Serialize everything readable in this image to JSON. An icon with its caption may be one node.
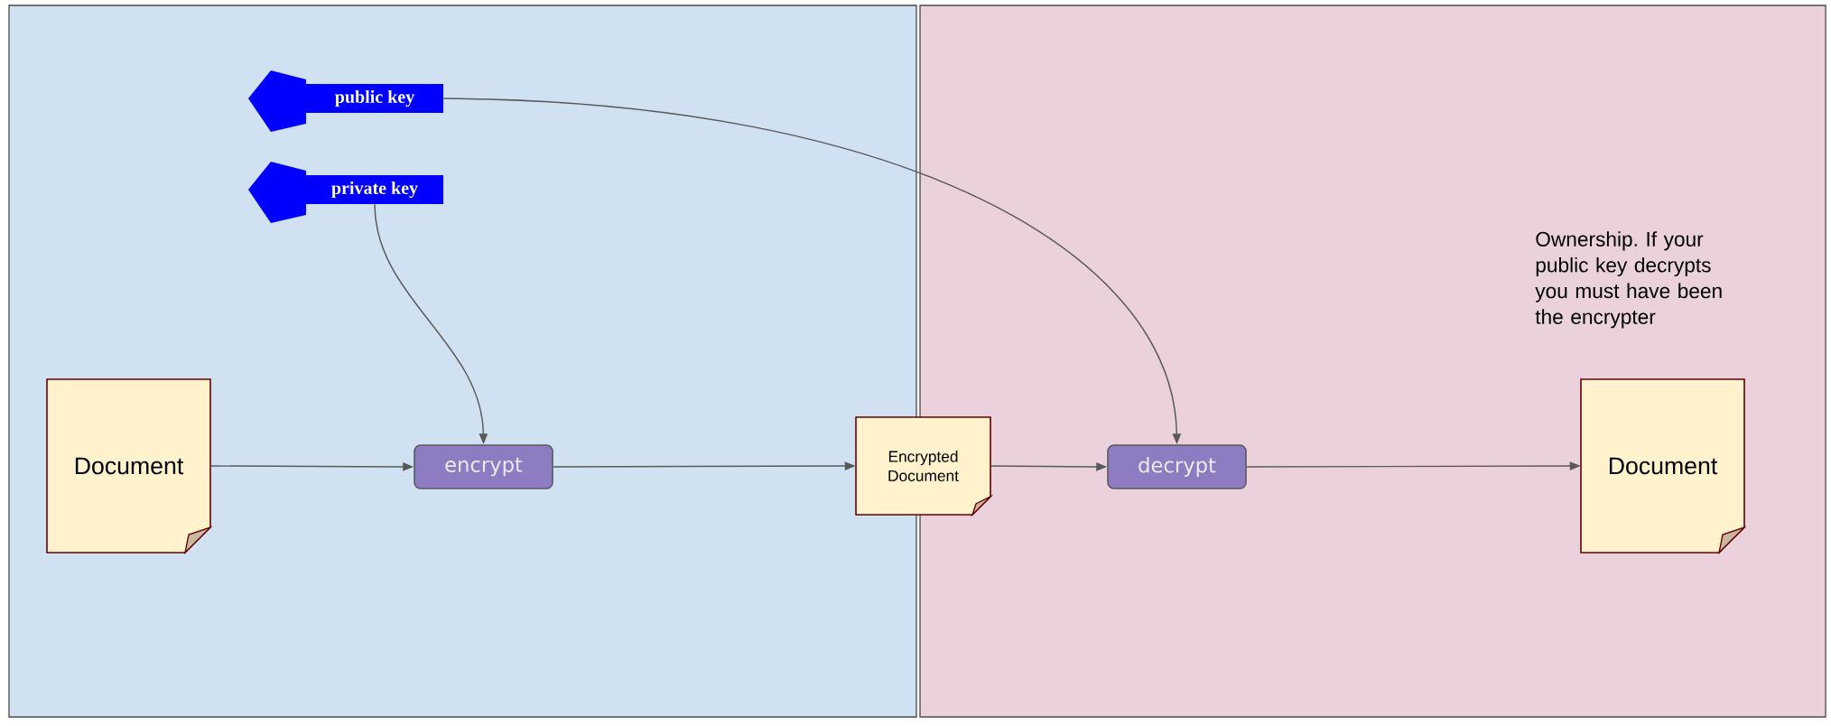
{
  "diagram": {
    "nodes": [
      {
        "text": [],
        "shape": "box"
      },
      {
        "text": [],
        "shape": "box"
      },
      {
        "text": [
          "public key"
        ],
        "in": 0
      },
      {
        "text": [
          "private key"
        ],
        "in": 0
      },
      {
        "text": [
          "Document"
        ],
        "in": 0
      },
      {
        "text": [
          "encrypt"
        ],
        "in": 0
      },
      {
        "text": [
          "Encrypted Document"
        ]
      },
      {
        "text": [
          "decrypt"
        ],
        "in": 1
      },
      {
        "text": [
          "Document"
        ],
        "in": 1
      }
    ],
    "edges": [
      {
        "from": 2,
        "to": 7,
        "arrow": "to"
      },
      {
        "from": 3,
        "to": 5,
        "arrow": "to"
      },
      {
        "from": 4,
        "to": 5,
        "arrow": "to"
      },
      {
        "from": 5,
        "to": 6,
        "arrow": "to"
      },
      {
        "from": 6,
        "to": 7,
        "arrow": "to"
      },
      {
        "from": 7,
        "to": 8,
        "arrow": "to"
      }
    ],
    "labels": [
      "Ownership. If your public key decrypts you must have been the encrypter"
    ]
  }
}
